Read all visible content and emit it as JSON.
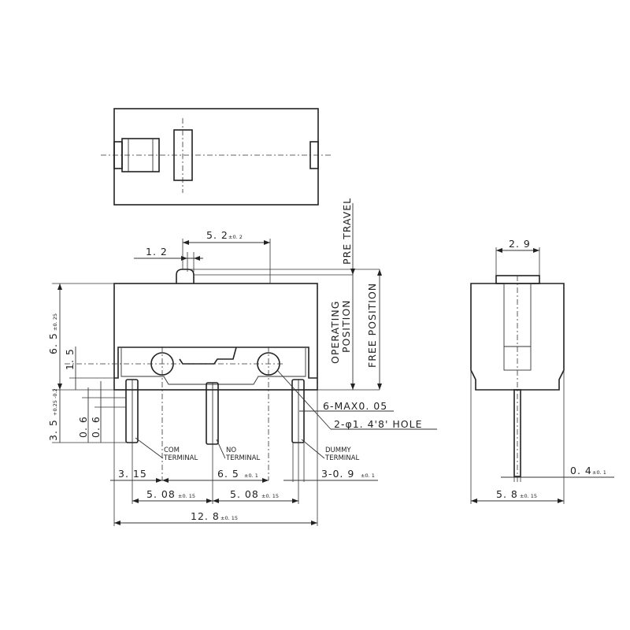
{
  "labels": {
    "pre_travel": "PRE TRAVEL",
    "operating_position": "OPERATING",
    "operating_position_2": "POSITION",
    "free_position": "FREE POSITION",
    "com_terminal_1": "COM",
    "com_terminal_2": "TERMINAL",
    "no_terminal_1": "NO",
    "no_terminal_2": "TERMINAL",
    "dummy_terminal_1": "DUMMY",
    "dummy_terminal_2": "TERMINAL"
  },
  "dimensions": {
    "d_5_2": "5. 2",
    "d_5_2_tol": "±0. 2",
    "d_1_2": "1. 2",
    "d_6_5_side": "6. 5",
    "d_6_5_side_tol": "±0. 25",
    "d_1_5": "1. 5",
    "d_3_5": "3. 5",
    "d_3_5_tol": "+0.25 -0.2",
    "d_0_6a": "0. 6",
    "d_0_6b": "0. 6",
    "d_3_15": "3. 15",
    "d_6_5_bottom": "6. 5",
    "d_6_5_bottom_tol": "±0. 1",
    "d_5_08a": "5. 08",
    "d_5_08a_tol": "±0. 15",
    "d_5_08b": "5. 08",
    "d_5_08b_tol": "±0. 15",
    "d_12_8": "12. 8",
    "d_12_8_tol": "±0. 15",
    "d_3_0_9": "3-0. 9",
    "d_3_0_9_tol": "±0. 1",
    "d_6_max": "6-MAX0. 05",
    "d_hole": "2-φ1. 4'8' HOLE",
    "d_2_9": "2. 9",
    "d_0_4": "0. 4",
    "d_0_4_tol": "±0. 1",
    "d_5_8": "5. 8",
    "d_5_8_tol": "±0. 15"
  }
}
